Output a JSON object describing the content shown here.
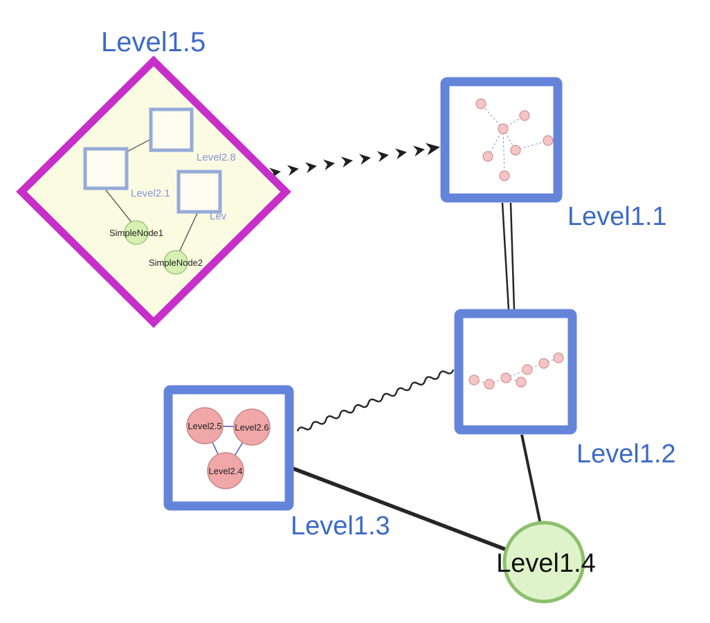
{
  "diagram": {
    "type": "nested-graph",
    "colors": {
      "label_blue": "#3c6ac5",
      "diamond_border": "#c72fc9",
      "diamond_fill": "#fbfbe2",
      "group_border": "#6484da",
      "inner_square_border": "#96abd8",
      "green_node_fill": "#def3c9",
      "green_node_border": "#8cc06c",
      "pink_node_fill": "#f0a7a7",
      "pink_node_border": "#c98585",
      "edge_black": "#262626",
      "inner_edge_blue": "#4a55cc"
    },
    "nodes": {
      "level1_5": {
        "label": "Level1.5",
        "shape": "diamond-group"
      },
      "level1_1": {
        "label": "Level1.1",
        "shape": "square-group"
      },
      "level1_2": {
        "label": "Level1.2",
        "shape": "square-group"
      },
      "level1_3": {
        "label": "Level1.3",
        "shape": "square-group"
      },
      "level1_4": {
        "label": "Level1.4",
        "shape": "circle"
      },
      "level2_8": {
        "label": "Level2.8",
        "shape": "square"
      },
      "level2_1": {
        "label": "Level2.1",
        "shape": "square"
      },
      "level2_lev": {
        "label": "Lev",
        "shape": "square"
      },
      "simple_node_1": {
        "label": "SimpleNode1",
        "shape": "circle"
      },
      "simple_node_2": {
        "label": "SimpleNode2",
        "shape": "circle"
      },
      "level2_5": {
        "label": "Level2.5",
        "shape": "circle"
      },
      "level2_6": {
        "label": "Level2.6",
        "shape": "circle"
      },
      "level2_4": {
        "label": "Level2.4",
        "shape": "circle"
      }
    },
    "edges": [
      {
        "from": "Level1.5",
        "to": "Level1.1",
        "style": "thick-dashed-arrowheads"
      },
      {
        "from": "Level1.1",
        "to": "Level1.2",
        "style": "double-line"
      },
      {
        "from": "Level1.3",
        "to": "Level1.2",
        "style": "wavy"
      },
      {
        "from": "Level1.3",
        "to": "Level1.4",
        "style": "solid-thick"
      },
      {
        "from": "Level1.2",
        "to": "Level1.4",
        "style": "solid"
      },
      {
        "from": "Level2.8",
        "to": "Level2.1",
        "style": "solid-thin"
      },
      {
        "from": "Level2.1",
        "to": "SimpleNode1",
        "style": "solid-thin"
      },
      {
        "from": "Lev",
        "to": "SimpleNode2",
        "style": "solid-thin"
      },
      {
        "from": "Level2.5",
        "to": "Level2.6",
        "style": "blue-thin"
      },
      {
        "from": "Level2.5",
        "to": "Level2.4",
        "style": "blue-thin"
      },
      {
        "from": "Level2.6",
        "to": "Level2.4",
        "style": "blue-thin"
      }
    ]
  }
}
